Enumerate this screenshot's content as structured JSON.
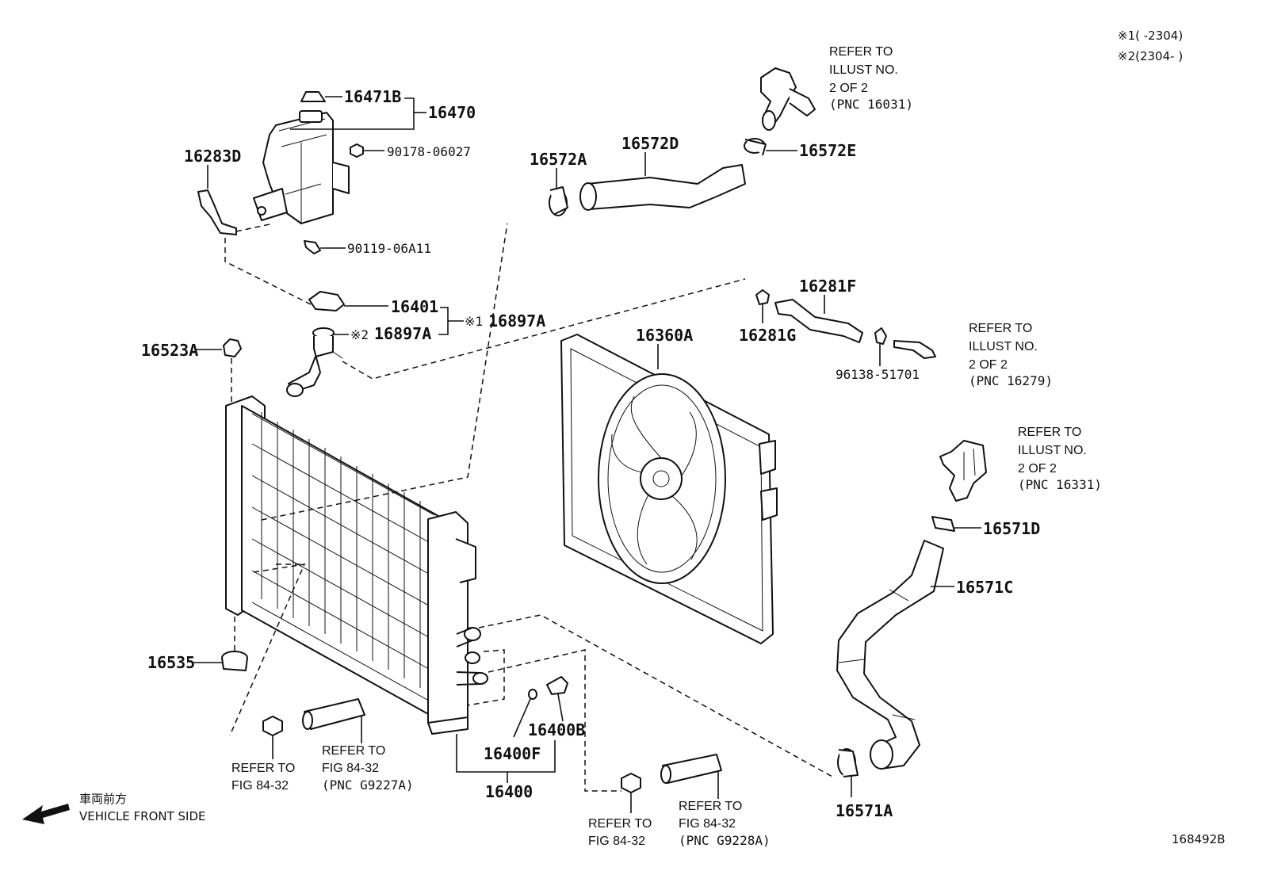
{
  "notes": {
    "note1": "※1(     -2304)",
    "note2": "※2(2304-     )"
  },
  "parts": {
    "p16471B": "16471B",
    "p16470": "16470",
    "p90178": "90178-06027",
    "p16283D": "16283D",
    "p90119": "90119-06A11",
    "p16401": "16401",
    "p16897A_1": "16897A",
    "p16897A_2": "16897A",
    "mark1": "※1",
    "mark2": "※2",
    "p16523A": "16523A",
    "p16535": "16535",
    "p16572A": "16572A",
    "p16572D": "16572D",
    "p16572E": "16572E",
    "p16281F": "16281F",
    "p16281G": "16281G",
    "p96138": "96138-51701",
    "p16360A": "16360A",
    "p16571D": "16571D",
    "p16571C": "16571C",
    "p16571A": "16571A",
    "p16400B": "16400B",
    "p16400F": "16400F",
    "p16400": "16400"
  },
  "refs": {
    "r16031": [
      "REFER TO",
      "ILLUST NO.",
      "2 OF 2",
      "(PNC 16031)"
    ],
    "r16279": [
      "REFER TO",
      "ILLUST NO.",
      "2 OF 2",
      "(PNC 16279)"
    ],
    "r16331": [
      "REFER TO",
      "ILLUST NO.",
      "2 OF 2",
      "(PNC 16331)"
    ],
    "fig1": [
      "REFER TO",
      "FIG 84-32"
    ],
    "fig2": [
      "REFER TO",
      "FIG 84-32",
      "(PNC G9227A)"
    ],
    "fig3": [
      "REFER TO",
      "FIG 84-32"
    ],
    "fig4": [
      "REFER TO",
      "FIG 84-32",
      "(PNC G9228A)"
    ]
  },
  "front": {
    "jp": "車両前方",
    "en": "VEHICLE FRONT SIDE"
  },
  "diagram_id": "168492B"
}
